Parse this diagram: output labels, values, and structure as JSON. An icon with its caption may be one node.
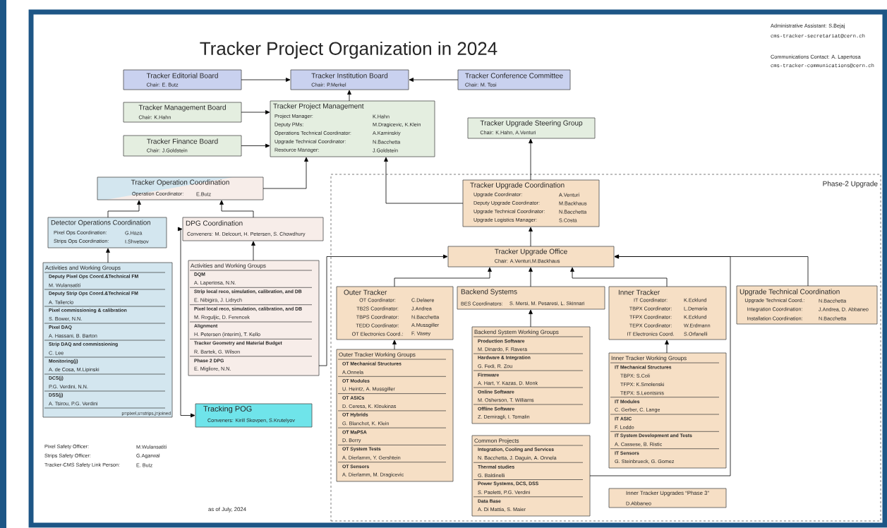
{
  "diagram": {
    "title": "Tracker Project Organization in 2024",
    "nodes": [
      {
        "text": [
          "Tracker Editorial Board",
          "Chair: E. Butz"
        ]
      },
      {
        "text": [
          "Tracker Institution Board",
          "Chair: P.Merkel"
        ]
      },
      {
        "text": [
          "Tracker Conference Committee",
          "Chair: M. Tosi"
        ]
      },
      {
        "text": [
          "Tracker Management Board",
          "Chair: K.Hahn"
        ]
      },
      {
        "text": [
          "Tracker Project Management",
          "Project Manager:",
          "K.Hahn",
          "Deputy PMs:",
          "M.Dragicevic, K.Klein",
          "Operations Technical Coordinator:",
          "A.Kaminskiy",
          "Upgrade Technical Coordinator:",
          "N.Bacchetta",
          "Resource Manager:",
          "J.Goldstein"
        ]
      },
      {
        "text": [
          "Tracker Finance Board",
          "Chair: J.Goldstein"
        ]
      },
      {
        "text": [
          "Tracker Upgrade Steering Group",
          "Chair: K.Hahn, A.Venturi"
        ]
      },
      {
        "text": [
          "Tracker Operation Coordination",
          "Operation Coordinator:",
          "E.Butz"
        ]
      },
      {
        "text": [
          "Phase-2 Upgrade"
        ]
      },
      {
        "text": [
          "Detector Operations Coordination",
          "Pixel Ops Coordination:",
          "G.Haza",
          "Strips Ops Coordination:",
          "I.Shvetsov"
        ]
      },
      {
        "text": [
          "DPG Coordination",
          "Conveners: M. Delcourt, H. Petersen, S. Chowdhury"
        ]
      },
      {
        "text": [
          "Activities and Working Groups",
          "Deputy Pixel Ops Coord.&Technical FM",
          "M. Wulansatiti",
          "Deputy Strip Ops Coord.&Technical FM",
          "A. Taliercio",
          "Pixel commissioning & calibration",
          "S. Bower, N.N.",
          "Pixel DAQ",
          "A. Hassani, B. Barton",
          "Strip DAQ and commissioning",
          "C. Lee",
          "Monitoring(j)",
          "A. de Cosa, M.Lipinski",
          "DCS(j)",
          "P.G. Verdini, N.N.",
          "DSS(j)",
          "A. Tsirou, P.G. Verdini",
          "p=pixel,s=strips,j=joined"
        ]
      },
      {
        "text": [
          "Activities and Working Groups",
          "DQM",
          "A. Lapertosa, N.N.",
          "Strip local reco, simulation, calibration, and DB",
          "E. Nibigira, J. Lidrych",
          "Pixel local reco, simulation, calibration, and DB",
          "M. Roguljic, D. Ferencek",
          "Alignment",
          "H. Petersen (interim), T. Kello",
          "Tracker Geometry and Material Budget",
          "R. Bartek, G. Wilson",
          "Phase 2 DPG",
          "E. Migliore, N.N."
        ]
      },
      {
        "text": [
          "Tracking POG",
          "Conveners: Kirill Skovpen, S.Krutelyov"
        ]
      },
      {
        "text": [
          "Tracker Upgrade Coordination",
          "Upgrade Coordinator:",
          "A.Venturi",
          "Deputy Upgrade Coordinator:",
          "M.Backhaus",
          "Upgrade Technical Coordinator:",
          "N.Bacchetta",
          "Upgrade Logistics Manager:",
          "S.Costa"
        ],
        "in": 8
      },
      {
        "text": [
          "Tracker Upgrade Office",
          "Chair: A.Venturi,M.Backhaus"
        ],
        "in": 8
      },
      {
        "text": [
          "Outer Tracker",
          "OT Coordinator:",
          "C.Delaere",
          "TB2S Coordinator:",
          "J.Andrea",
          "TBPS Coordinator:",
          "N.Bacchetta",
          "TEDD Coordinator:",
          "A.Mussgiller",
          "OT Electronics Coord.:",
          "F. Vasey"
        ],
        "in": 8
      },
      {
        "text": [
          "Backend Systems",
          "BES Coordinators:",
          "S. Mersi, M. Pesaresi, L. Skinnari"
        ],
        "in": 8
      },
      {
        "text": [
          "Inner Tracker",
          "IT Coordinator:",
          "K.Ecklund",
          "TBPX Coordinator:",
          "L.Demaria",
          "TFPX Coordinator:",
          "K.Ecklund",
          "TEPX Coordinator:",
          "W.Erdmann",
          "IT Electronics Coord.",
          "S.Orfanelli"
        ],
        "in": 8
      },
      {
        "text": [
          "Upgrade Technical Coordination",
          "Upgrade Technical Coord.:",
          "N.Bacchetta",
          "Integration Coordination:",
          "J.Andrea, D. Abbaneo",
          "Installation Coordination:",
          "N.Bacchetta"
        ],
        "in": 8
      },
      {
        "text": [
          "Outer Tracker Working Groups",
          "OT Mechanical Structures",
          "A.Onnela",
          "OT Modules",
          "U. Heintz, A. Mussgiller",
          "OT ASICs",
          "D. Ceresa, K. Kloukinas",
          "OT Hybrids",
          "G. Blanchot, K. Klein",
          "OT MaPSA",
          "D. Berry",
          "OT System Tests",
          "A. Dierlamm, Y. Gershtein",
          "OT Sensors",
          "A. Dierlamm, M. Dragicevic"
        ],
        "in": 8
      },
      {
        "text": [
          "Backend System Working Groups",
          "Production Software",
          "M. Dinardo, F. Ravera",
          "Hardware & Integration",
          "G. Fedi, R. Zou",
          "Firmware",
          "A. Hart, Y. Kazas, D. Monk",
          "Online Software",
          "M. Osherson, T. Williams",
          "Offline Software",
          "Z. Demiragli, I. Tomalin"
        ],
        "in": 8
      },
      {
        "text": [
          "Inner Tracker Working Groups",
          "IT Mechanical Structures",
          "TBPX: S.Coli",
          "TFPX: K.Smolenski",
          "TEPX: S.Leontsinis",
          "IT Modules",
          "C. Gerber, C. Lange",
          "IT ASIC",
          "F. Loddo",
          "IT System Development and Tests",
          "A. Cassese, B. Ristic",
          "IT Sensors",
          "G. Steinbrueck, G. Gomez"
        ],
        "in": 8
      },
      {
        "text": [
          "Common Projects",
          "Integration, Cooling and Services",
          "N. Bacchetta, J. Daguin, A. Onnela",
          "Thermal studies",
          "G. Baldinelli",
          "Power Systems, DCS, DSS",
          "S. Paoletti, P.G. Verdini",
          "Data Base",
          "A. Di Mattia, S. Maier"
        ],
        "in": 8
      },
      {
        "text": [
          "Inner Tracker Upgrades “Phase 3”",
          "D.Abbaneo"
        ],
        "in": 8
      }
    ],
    "edges": [
      {
        "from": 0,
        "to": 1,
        "arrow": "to"
      },
      {
        "from": 2,
        "to": 1,
        "arrow": "to"
      },
      {
        "from": 4,
        "to": 1,
        "arrow": "to"
      },
      {
        "from": 3,
        "to": 4,
        "arrow": "to"
      },
      {
        "from": 5,
        "to": 4,
        "arrow": "to"
      },
      {
        "from": 7,
        "to": 4,
        "arrow": "to"
      },
      {
        "from": 14,
        "to": 4,
        "arrow": "to"
      },
      {
        "from": 14,
        "to": 6,
        "arrow": "to"
      },
      {
        "from": 9,
        "to": 7,
        "arrow": "to"
      },
      {
        "from": 10,
        "to": 7,
        "arrow": "to"
      },
      {
        "from": 11,
        "to": 9,
        "arrow": "to"
      },
      {
        "from": 12,
        "to": 10,
        "arrow": "to"
      },
      {
        "from": 10,
        "to": 13,
        "arrow": "both"
      },
      {
        "from": 12,
        "to": 15,
        "arrow": "to"
      },
      {
        "from": 15,
        "to": 14,
        "arrow": "to"
      },
      {
        "from": 16,
        "to": 15,
        "arrow": "to"
      },
      {
        "from": 17,
        "to": 15,
        "arrow": "to"
      },
      {
        "from": 18,
        "to": 15,
        "arrow": "to"
      },
      {
        "from": 19,
        "to": 15,
        "arrow": "to"
      },
      {
        "from": 23,
        "to": 15,
        "arrow": "to"
      },
      {
        "from": 20,
        "to": 16,
        "arrow": "to"
      },
      {
        "from": 21,
        "to": 17,
        "arrow": "to"
      },
      {
        "from": 22,
        "to": 18,
        "arrow": "to"
      }
    ],
    "labels": [
      "Administrative Assistant: S.Bejaj",
      "cms-tracker-secretariat@cern.ch",
      "Communications Contact: A. Lapertosa",
      "cms-tracker-communications@cern.ch",
      "Pixel Safety Officer:",
      "M.Wulansatiti",
      "Strips Safety Officer:",
      "G.Agarwal",
      "Tracker-CMS Safety Link Person:",
      "E. Butz",
      "as of July, 2024"
    ]
  }
}
